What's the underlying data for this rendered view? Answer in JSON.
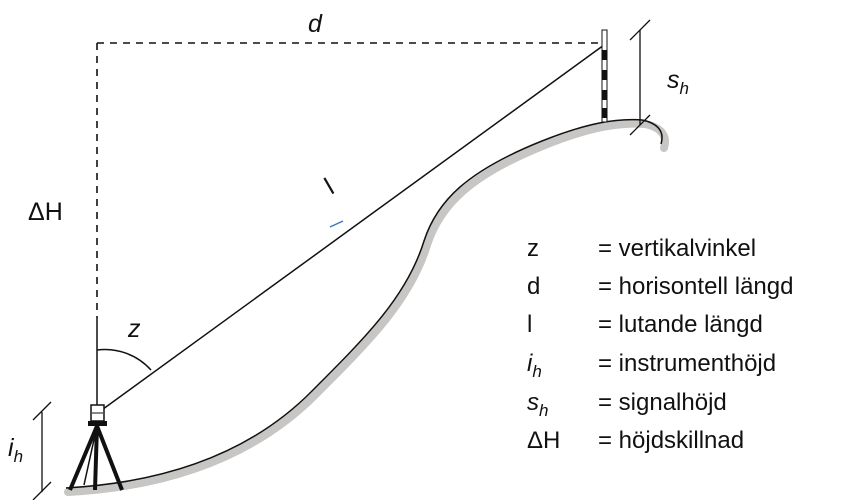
{
  "diagram": {
    "labels": {
      "d": "d",
      "delta_h": "ΔH",
      "z": "z",
      "l": "l",
      "s_h": {
        "main": "s",
        "sub": "h"
      },
      "i_h": {
        "main": "i",
        "sub": "h"
      }
    },
    "legend": [
      {
        "symbol": "z",
        "description": "= vertikalvinkel"
      },
      {
        "symbol": "d",
        "description": "= horisontell längd"
      },
      {
        "symbol": "l",
        "description": "= lutande längd"
      },
      {
        "symbol": "i",
        "symbol_sub": "h",
        "description": "= instrumenthöjd"
      },
      {
        "symbol": "s",
        "symbol_sub": "h",
        "description": "= signalhöjd"
      },
      {
        "symbol": "ΔH",
        "description": "= höjdskillnad"
      }
    ],
    "colors": {
      "terrain_shadow": "#c8c6c4",
      "line": "#111111",
      "slope_marker": "#3a78c4"
    }
  }
}
